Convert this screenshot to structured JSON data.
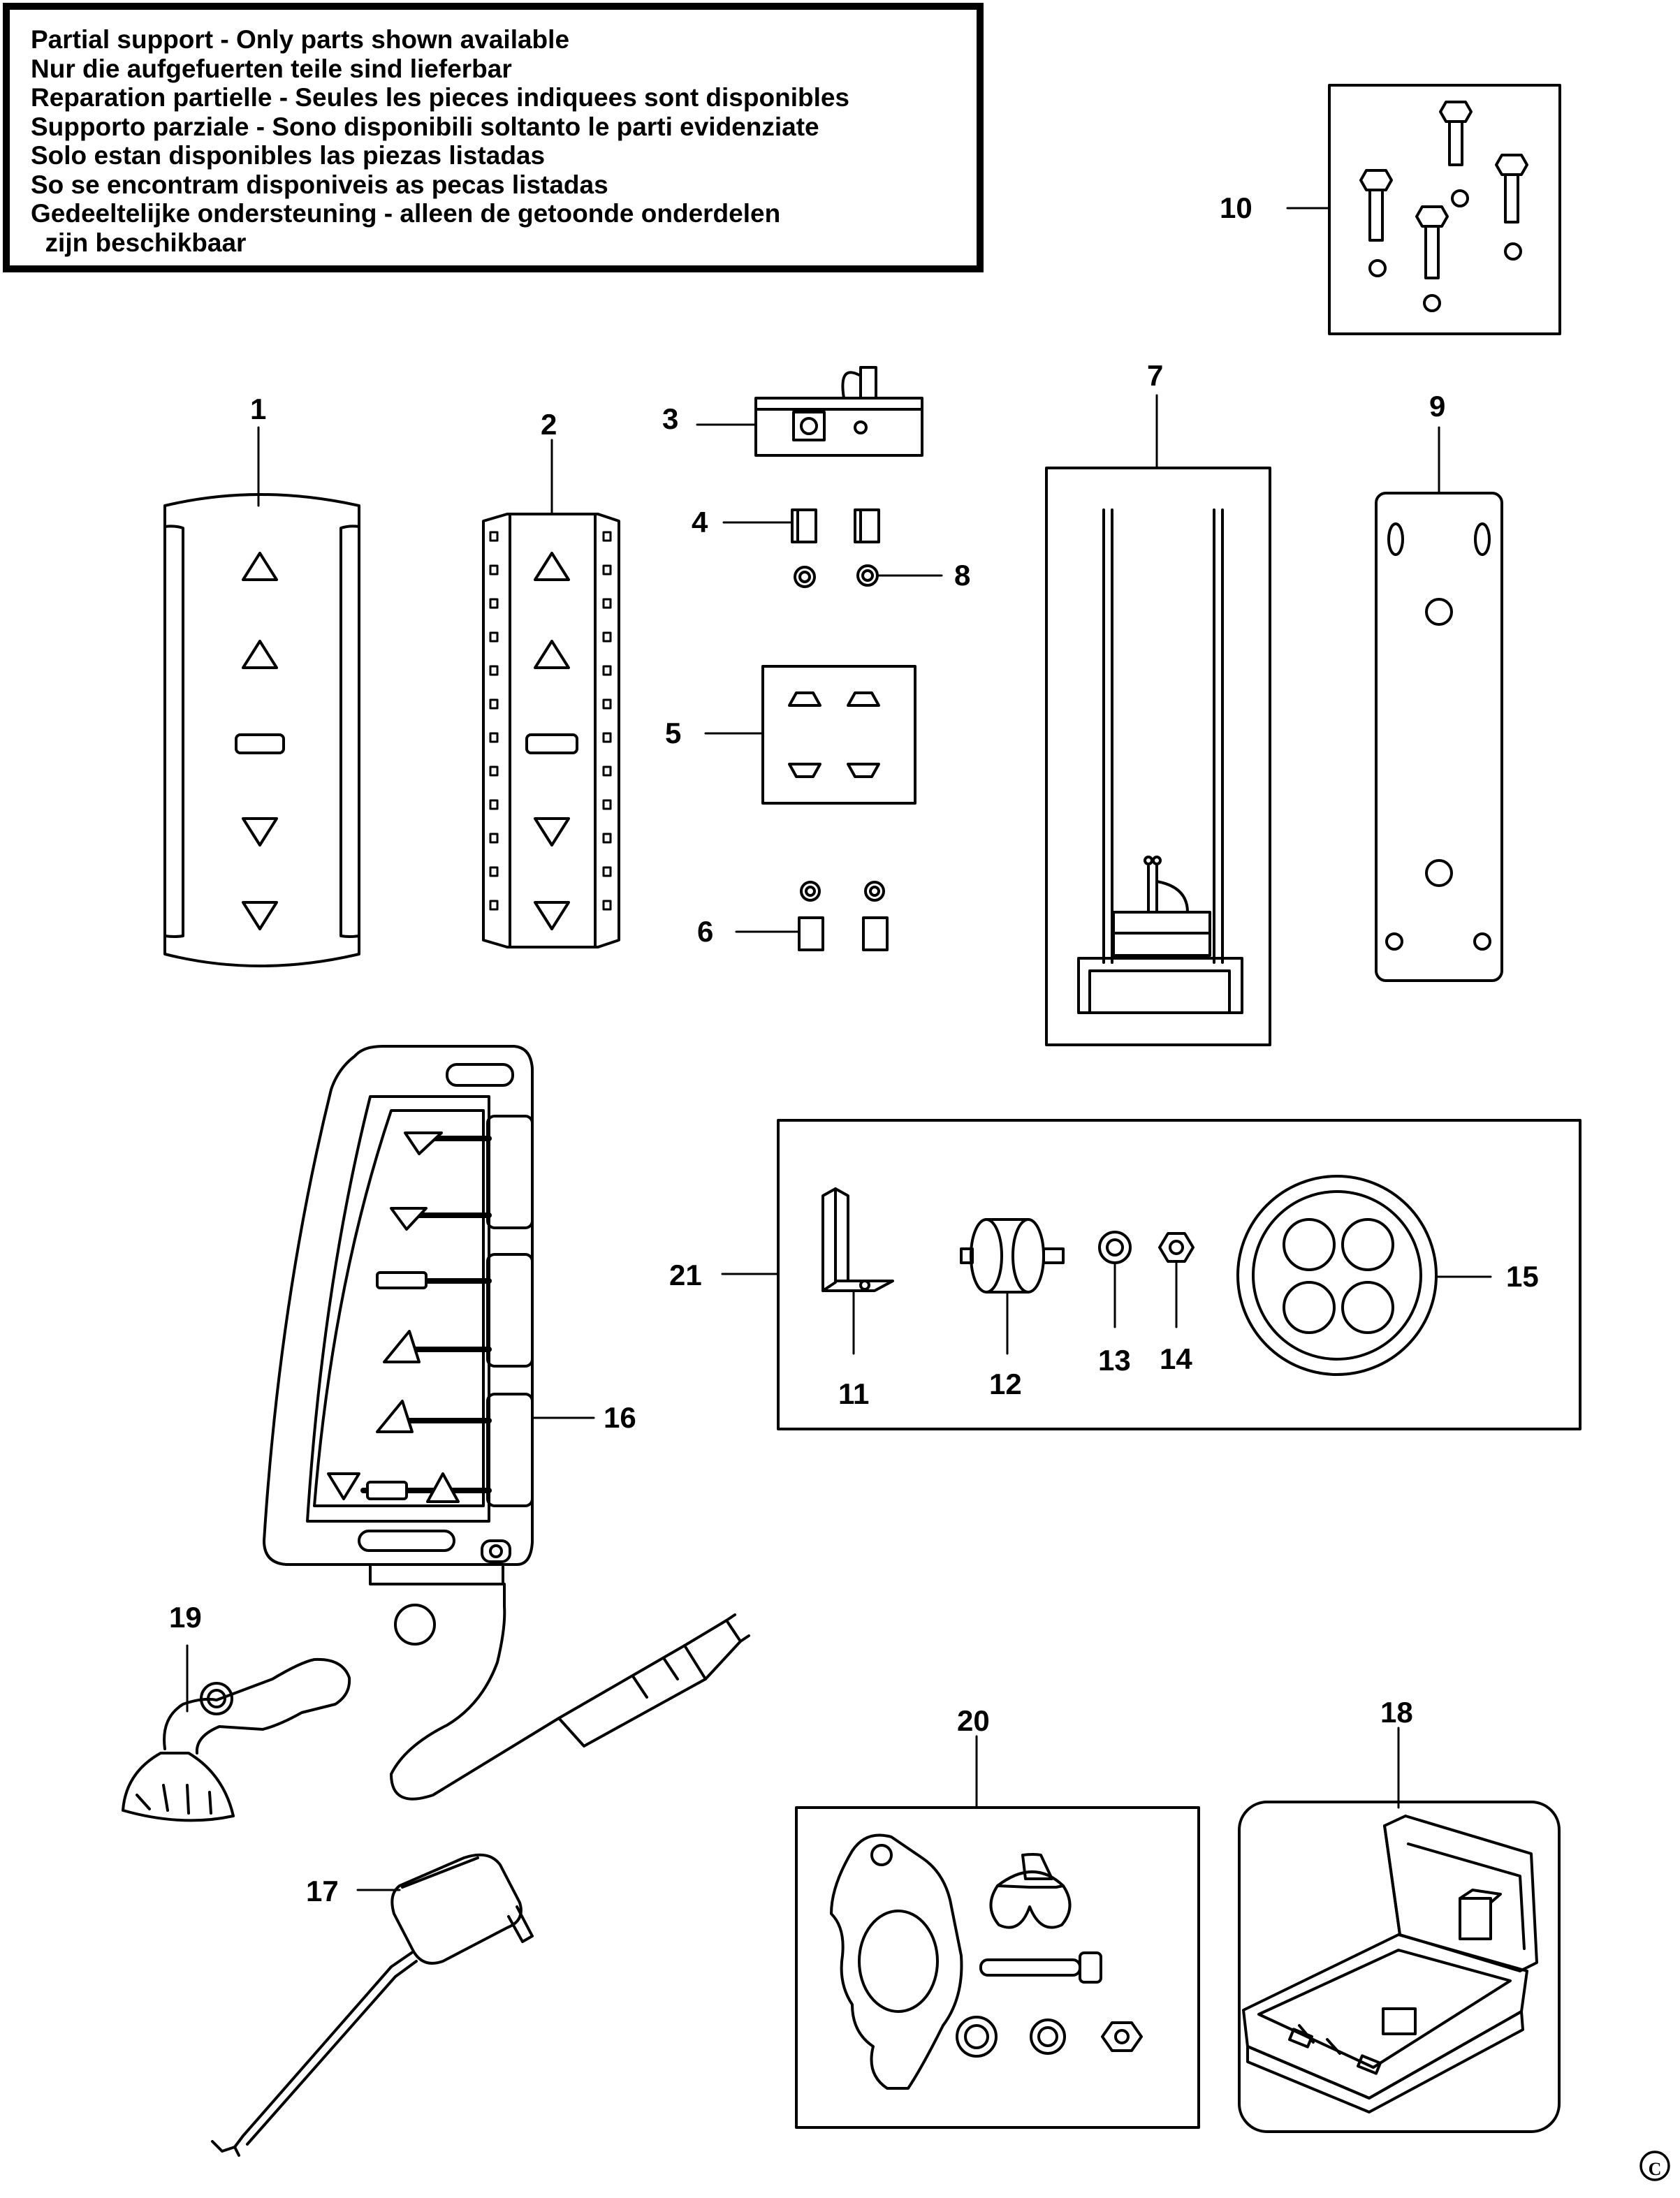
{
  "notice": {
    "lines": [
      "Partial support - Only parts shown available",
      "Nur die aufgefuerten teile sind lieferbar",
      "Reparation partielle - Seules les pieces indiquees sont disponibles",
      "Supporto parziale - Sono disponibili soltanto le parti evidenziate",
      "Solo estan disponibles las piezas listadas",
      "So se encontram disponiveis as pecas listadas",
      "Gedeeltelijke ondersteuning - alleen de getoonde onderdelen",
      "  zijn beschikbaar"
    ]
  },
  "parts": {
    "p1": "1",
    "p2": "2",
    "p3": "3",
    "p4": "4",
    "p5": "5",
    "p6": "6",
    "p7": "7",
    "p8": "8",
    "p9": "9",
    "p10": "10",
    "p11": "11",
    "p12": "12",
    "p13": "13",
    "p14": "14",
    "p15": "15",
    "p16": "16",
    "p17": "17",
    "p18": "18",
    "p19": "19",
    "p20": "20",
    "p21": "21"
  },
  "copyright_symbol": "C",
  "colors": {
    "ink": "#000000",
    "paper": "#ffffff"
  }
}
